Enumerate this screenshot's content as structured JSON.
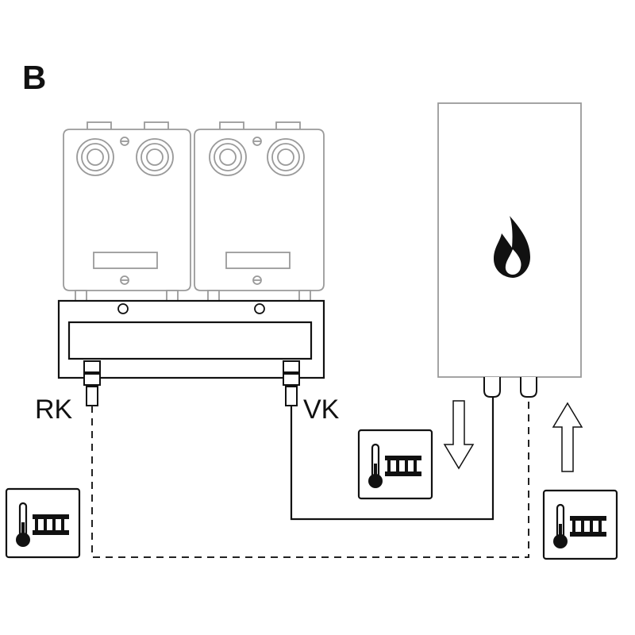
{
  "diagram": {
    "panel_letter": "B",
    "return_label": "RK",
    "flow_label": "VK"
  },
  "icons": {
    "boiler_symbol": "flame-icon",
    "heating_circuit_symbol": "thermometer-radiator-icon",
    "flow_direction_down": "arrow-down-icon",
    "flow_direction_up": "arrow-up-icon"
  },
  "colors": {
    "line": "#111111",
    "module_outline": "#9a9a9a",
    "fill": "#ffffff"
  }
}
